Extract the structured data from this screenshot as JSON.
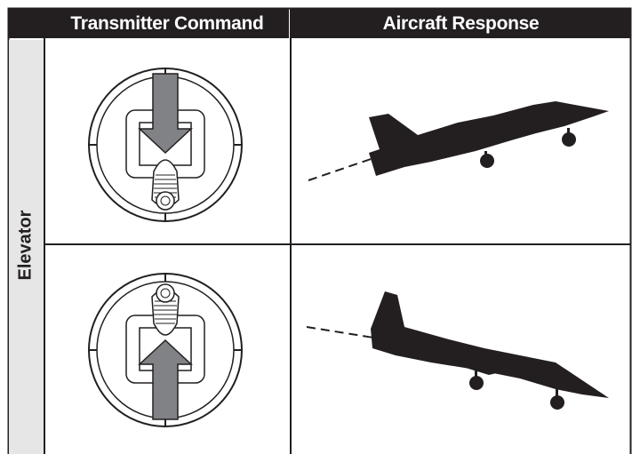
{
  "header": {
    "transmitter_command": "Transmitter Command",
    "aircraft_response": "Aircraft Response"
  },
  "row_label": "Elevator",
  "rows": [
    {
      "stick": "pulled-back",
      "arrow": "down-arrow",
      "aircraft": "nose-up-climb"
    },
    {
      "stick": "pushed-forward",
      "arrow": "up-arrow",
      "aircraft": "nose-down-dive"
    }
  ],
  "colors": {
    "ink": "#231f20",
    "arrow": "#808285",
    "side": "#e6e6e7",
    "gimbal": "#b3b3b3"
  }
}
